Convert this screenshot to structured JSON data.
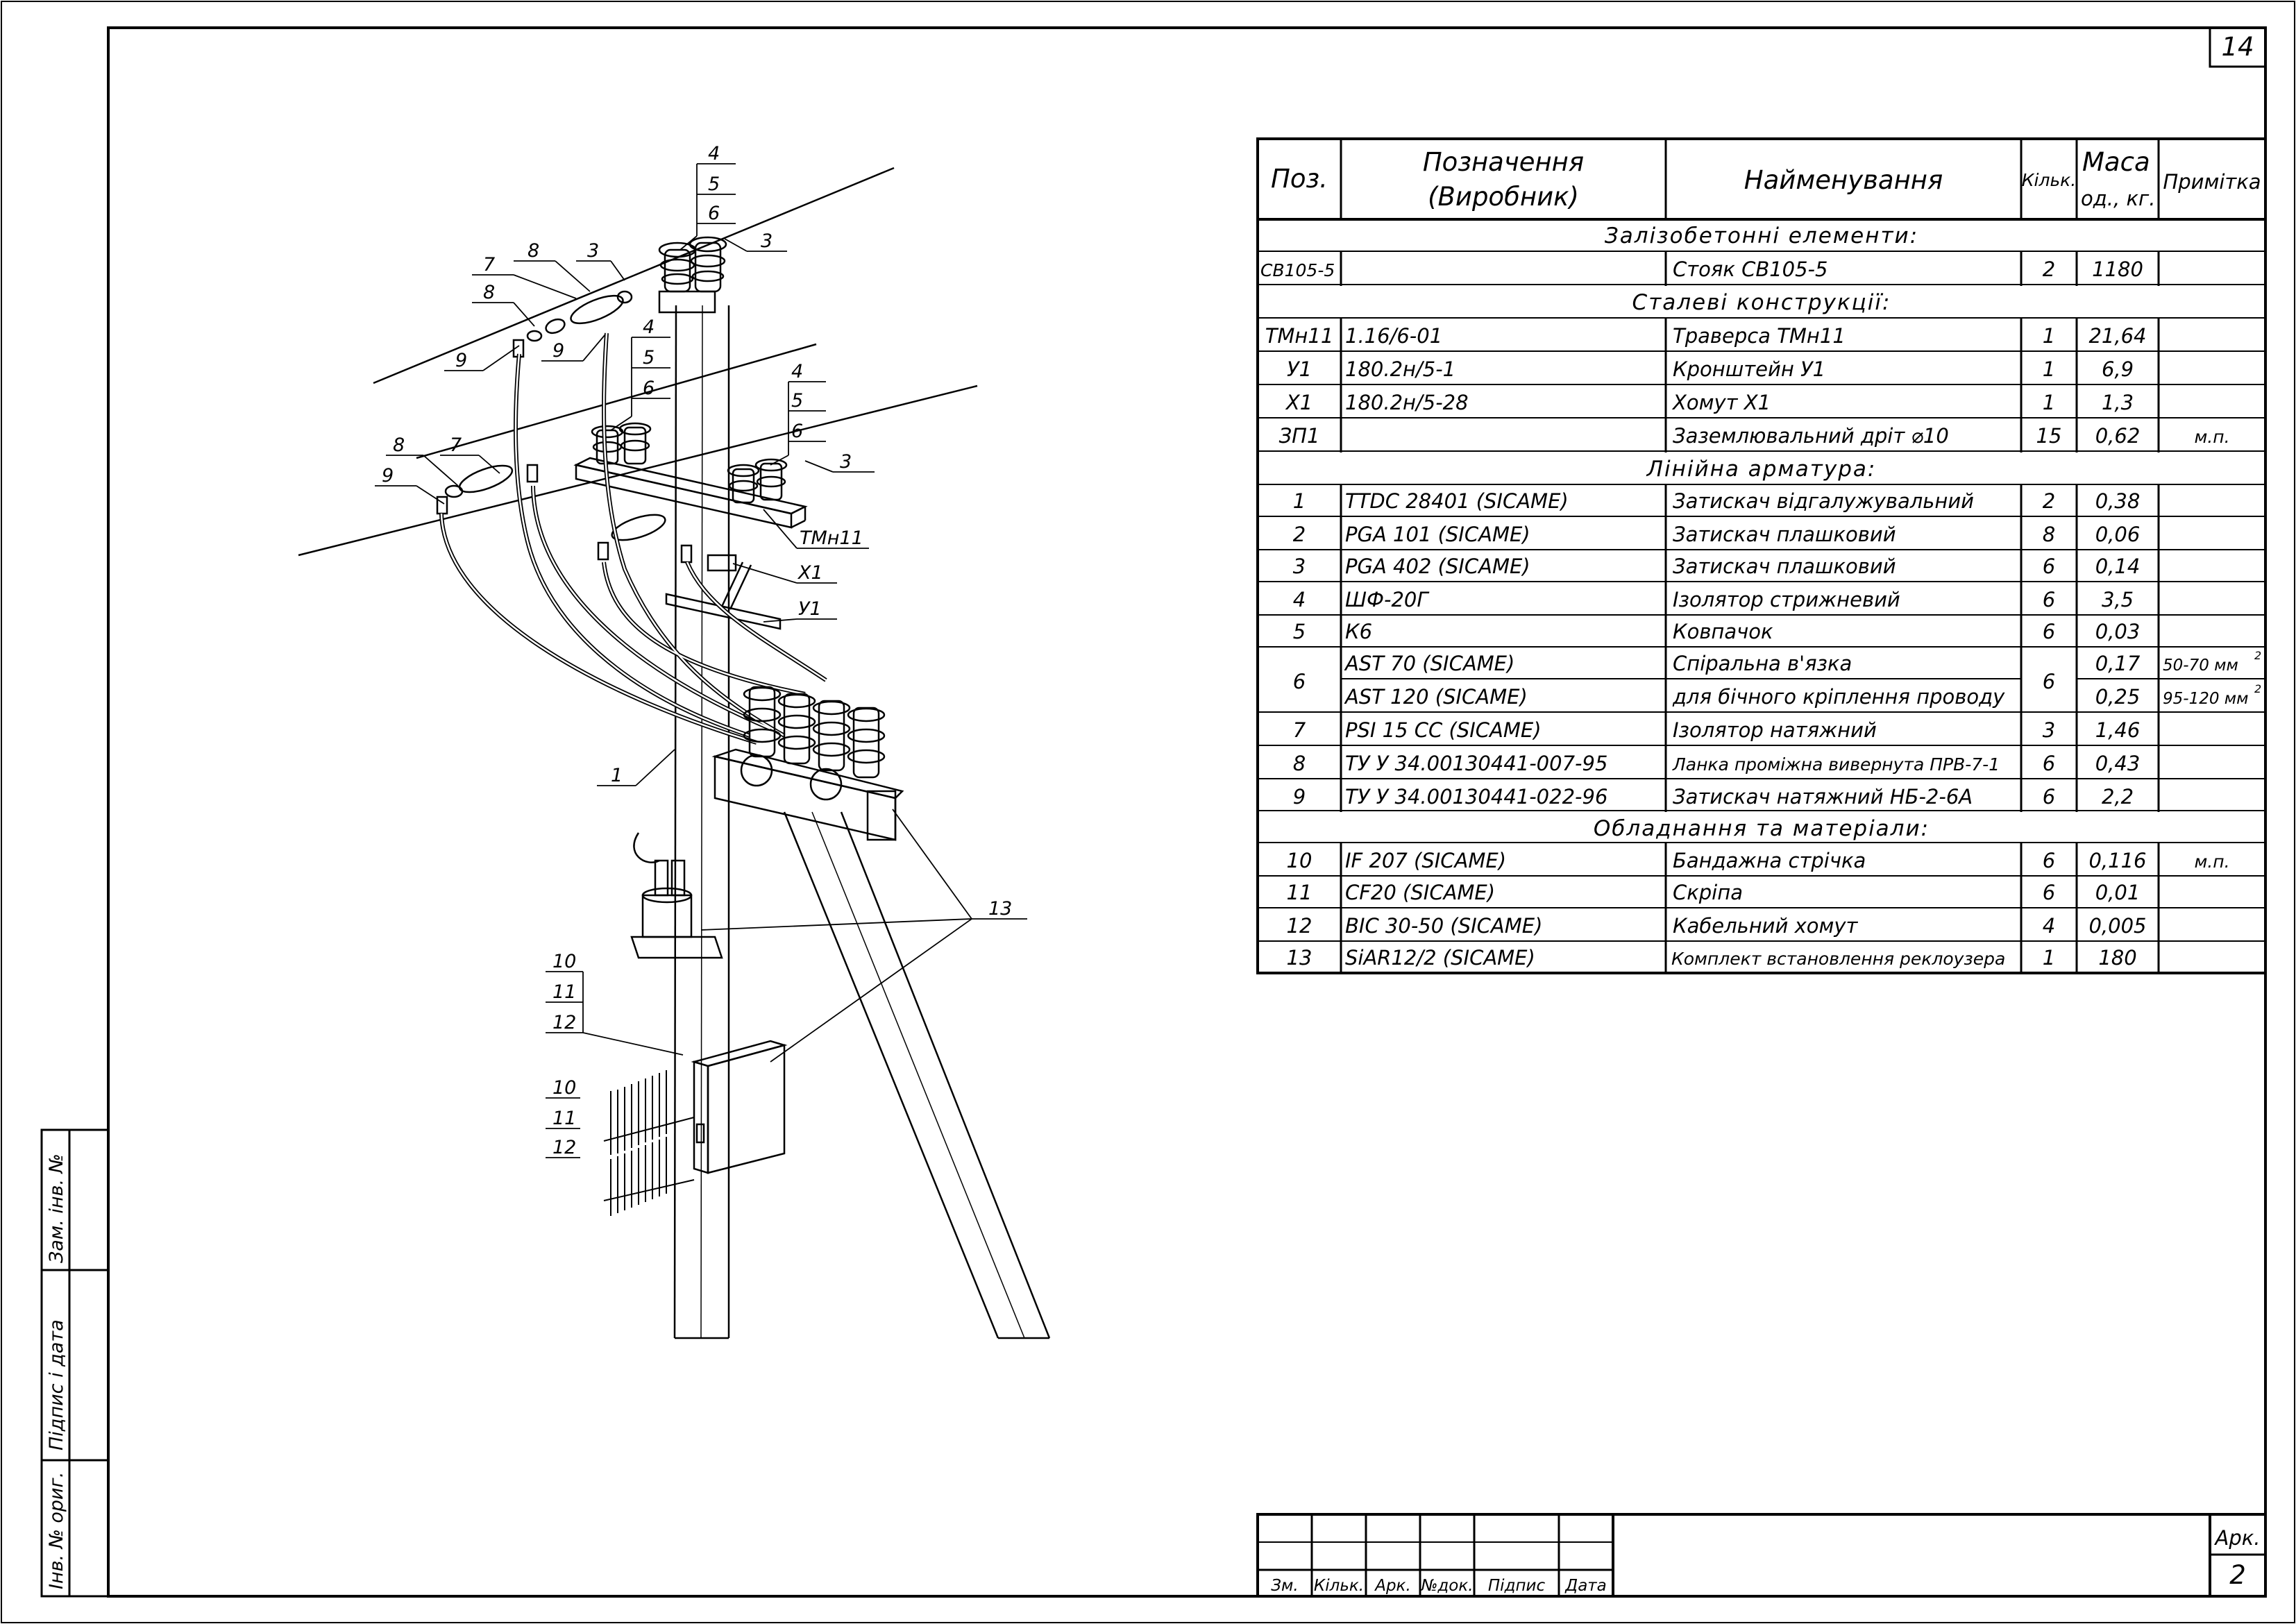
{
  "sheet_number": "14",
  "table": {
    "headers": {
      "pos": "Поз.",
      "designation_1": "Позначення",
      "designation_2": "(Виробник)",
      "name": "Найменування",
      "qty": "Кільк.",
      "mass_1": "Маса",
      "mass_2": "од., кг.",
      "note": "Примітка"
    },
    "sections": {
      "s1": "Залізобетонні елементи:",
      "s2": "Сталеві конструкції:",
      "s3": "Лінійна арматура:",
      "s4": "Обладнання та матеріали:"
    },
    "rows": [
      {
        "pos": "СВ105-5",
        "des": "",
        "name": "Стояк СВ105-5",
        "qty": "2",
        "mass": "1180",
        "note": ""
      },
      {
        "pos": "ТМн11",
        "des": "1.16/6-01",
        "name": "Траверса ТМн11",
        "qty": "1",
        "mass": "21,64",
        "note": ""
      },
      {
        "pos": "У1",
        "des": "180.2н/5-1",
        "name": "Кронштейн У1",
        "qty": "1",
        "mass": "6,9",
        "note": ""
      },
      {
        "pos": "Х1",
        "des": "180.2н/5-28",
        "name": "Хомут Х1",
        "qty": "1",
        "mass": "1,3",
        "note": ""
      },
      {
        "pos": "ЗП1",
        "des": "",
        "name": "Заземлювальний дріт ⌀10",
        "qty": "15",
        "mass": "0,62",
        "note": "м.п."
      },
      {
        "pos": "1",
        "des": "TTDC 28401  (SICAME)",
        "name": "Затискач відгалужувальний",
        "qty": "2",
        "mass": "0,38",
        "note": ""
      },
      {
        "pos": "2",
        "des": "PGA 101  (SICAME)",
        "name": "Затискач плашковий",
        "qty": "8",
        "mass": "0,06",
        "note": ""
      },
      {
        "pos": "3",
        "des": "PGA 402  (SICAME)",
        "name": "Затискач плашковий",
        "qty": "6",
        "mass": "0,14",
        "note": ""
      },
      {
        "pos": "4",
        "des": "ШФ-20Г",
        "name": "Ізолятор стрижневий",
        "qty": "6",
        "mass": "3,5",
        "note": ""
      },
      {
        "pos": "5",
        "des": "К6",
        "name": "Ковпачок",
        "qty": "6",
        "mass": "0,03",
        "note": ""
      },
      {
        "pos": "6",
        "des_a": "AST 70  (SICAME)",
        "des_b": "AST 120  (SICAME)",
        "name_a": "Спіральна в'язка",
        "name_b": "для бічного кріплення проводу",
        "qty": "6",
        "mass_a": "0,17",
        "mass_b": "0,25",
        "note_a": "50-70 мм",
        "note_b": "95-120 мм",
        "sup": "2"
      },
      {
        "pos": "7",
        "des": "PSI 15 CC  (SICAME)",
        "name": "Ізолятор натяжний",
        "qty": "3",
        "mass": "1,46",
        "note": ""
      },
      {
        "pos": "8",
        "des": "ТУ У 34.00130441-007-95",
        "name": "Ланка проміжна вивернута ПРВ-7-1",
        "qty": "6",
        "mass": "0,43",
        "note": ""
      },
      {
        "pos": "9",
        "des": "ТУ У 34.00130441-022-96",
        "name": "Затискач натяжний НБ-2-6А",
        "qty": "6",
        "mass": "2,2",
        "note": ""
      },
      {
        "pos": "10",
        "des": "IF 207  (SICAME)",
        "name": "Бандажна стрічка",
        "qty": "6",
        "mass": "0,116",
        "note": "м.п."
      },
      {
        "pos": "11",
        "des": "CF20  (SICAME)",
        "name": "Скріпа",
        "qty": "6",
        "mass": "0,01",
        "note": ""
      },
      {
        "pos": "12",
        "des": "BIC 30-50  (SICAME)",
        "name": "Кабельний хомут",
        "qty": "4",
        "mass": "0,005",
        "note": ""
      },
      {
        "pos": "13",
        "des": "SiAR12/2  (SICAME)",
        "name": "Комплект встановлення реклоузера",
        "qty": "1",
        "mass": "180",
        "note": ""
      }
    ]
  },
  "callouts": {
    "c4a": "4",
    "c5a": "5",
    "c6a": "6",
    "c3a": "3",
    "c3b": "3",
    "c7a": "7",
    "c8a": "8",
    "c8b": "8",
    "c9a": "9",
    "c9b": "9",
    "c4b": "4",
    "c5b": "5",
    "c6b": "6",
    "c3c": "3",
    "c8c": "8",
    "c7b": "7",
    "c9c": "9",
    "tmn": "ТМн11",
    "x1": "Х1",
    "u1": "У1",
    "c1": "1",
    "c13": "13",
    "c10a": "10",
    "c11a": "11",
    "c12a": "12",
    "c10b": "10",
    "c11b": "11",
    "c12b": "12"
  },
  "side_stamp": {
    "inv_orig": "Інв. № ориг.",
    "sign_date": "Підпис і дата",
    "zam_inv": "Зам. інв. №"
  },
  "title_block": {
    "zm": "Зм.",
    "kilk": "Кільк.",
    "ark": "Арк.",
    "ndok": "№док.",
    "pidpys": "Підпис",
    "data": "Дата",
    "ark_label": "Арк.",
    "ark_value": "2"
  }
}
